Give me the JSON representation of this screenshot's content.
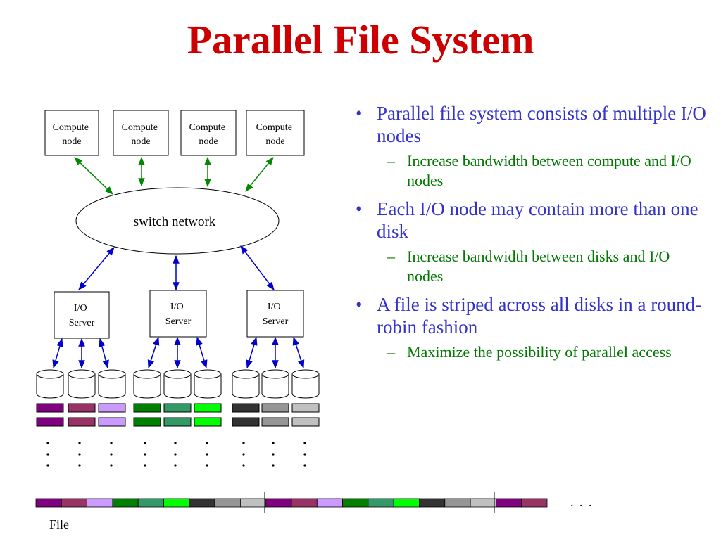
{
  "slide": {
    "title": "Parallel File System"
  },
  "diagram": {
    "compute_nodes": [
      "Compute\nnode",
      "Compute\nnode",
      "Compute\nnode",
      "Compute\nnode"
    ],
    "switch_label": "switch network",
    "io_servers": [
      "I/O\nServer",
      "I/O\nServer",
      "I/O\nServer"
    ],
    "file_label": "File",
    "ellipsis": ". . .",
    "colors": {
      "compute_arrow": "#008800",
      "io_arrow": "#0000cc",
      "server_groups": [
        [
          "#800080",
          "#993366",
          "#cc99ff"
        ],
        [
          "#008000",
          "#339966",
          "#00ff00"
        ],
        [
          "#333333",
          "#969696",
          "#c0c0c0"
        ]
      ]
    },
    "file_stripe_sequence": [
      "#800080",
      "#993366",
      "#cc99ff",
      "#008000",
      "#339966",
      "#00ff00",
      "#333333",
      "#969696",
      "#c0c0c0",
      "#800080",
      "#993366",
      "#cc99ff",
      "#008000",
      "#339966",
      "#00ff00",
      "#333333",
      "#969696",
      "#c0c0c0",
      "#800080",
      "#993366"
    ]
  },
  "bullets": [
    {
      "text": "Parallel file system consists of multiple I/O nodes",
      "sub": [
        "Increase bandwidth between compute and I/O nodes"
      ]
    },
    {
      "text": "Each I/O node may contain more than one disk",
      "sub": [
        "Increase bandwidth between disks and I/O nodes"
      ]
    },
    {
      "text": "A file is striped across all disks in a round-robin fashion",
      "sub": [
        "Maximize the possibility of parallel access"
      ]
    }
  ],
  "markers": {
    "bullet": "•",
    "dash": "–"
  }
}
